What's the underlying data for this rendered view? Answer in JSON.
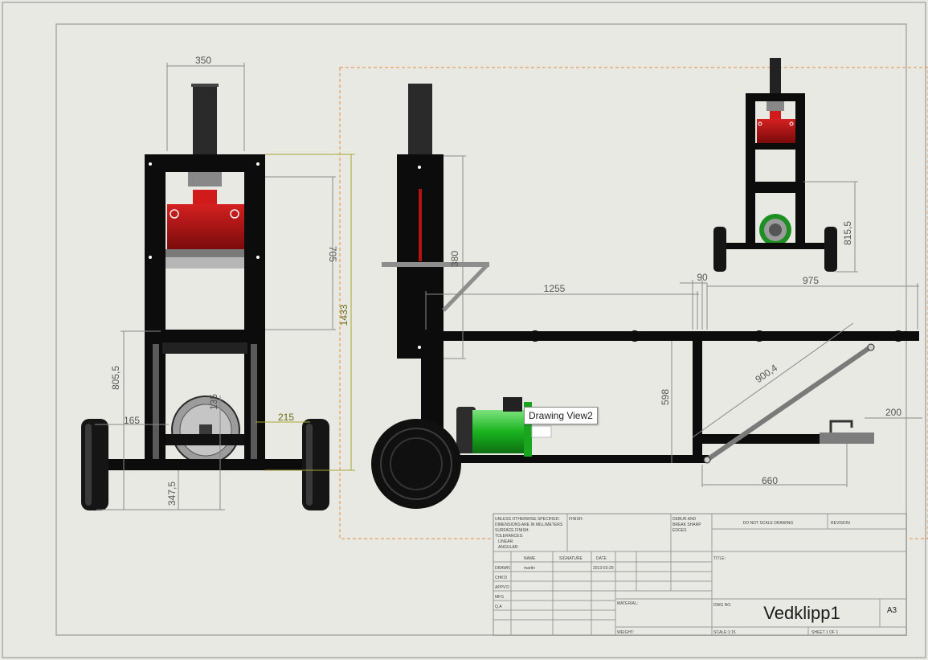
{
  "views": {
    "front": {
      "dims": {
        "top_width": "350",
        "height_upper": "705",
        "overall_height": "1433",
        "height_lower": "805,5",
        "wheel_offset": "165",
        "axle_offset": "215",
        "bottom": "347,5",
        "motor_dim": "135"
      }
    },
    "side": {
      "dims": {
        "mast": "380",
        "length": "1255",
        "gap": "90",
        "rear": "975",
        "height": "598",
        "diagonal": "900,4",
        "hitch": "200",
        "base": "660"
      }
    },
    "iso": {
      "dims": {
        "height": "815,5"
      }
    }
  },
  "tooltip": {
    "label": "Drawing View2"
  },
  "title_block": {
    "notes": [
      "UNLESS OTHERWISE SPECIFIED:",
      "DIMENSIONS ARE IN MILLIMETERS",
      "SURFACE FINISH:",
      "TOLERANCES:",
      "LINEAR:",
      "ANGULAR:"
    ],
    "finish_label": "FINISH:",
    "deburr_label": [
      "DEBUR AND",
      "BREAK SHARP",
      "EDGES"
    ],
    "do_not_scale": "DO NOT SCALE DRAWING",
    "revision_label": "REVISION",
    "col_name": "NAME",
    "col_signature": "SIGNATURE",
    "col_date": "DATE",
    "row_drawn": "DRAWN",
    "row_chkd": "CHK'D",
    "row_appvd": "APPV'D",
    "row_mfg": "MFG",
    "row_qa": "Q.A",
    "drawn_name": "martin",
    "drawn_date": "2013-03-29",
    "title_label": "TITLE:",
    "material_label": "MATERIAL:",
    "weight_label": "WEIGHT:",
    "dwg_no_label": "DWG NO.",
    "drawing_name": "Vedklipp1",
    "sheet_size": "A3",
    "scale_label": "SCALE:1:15",
    "sheet_label": "SHEET 1 OF 1"
  }
}
